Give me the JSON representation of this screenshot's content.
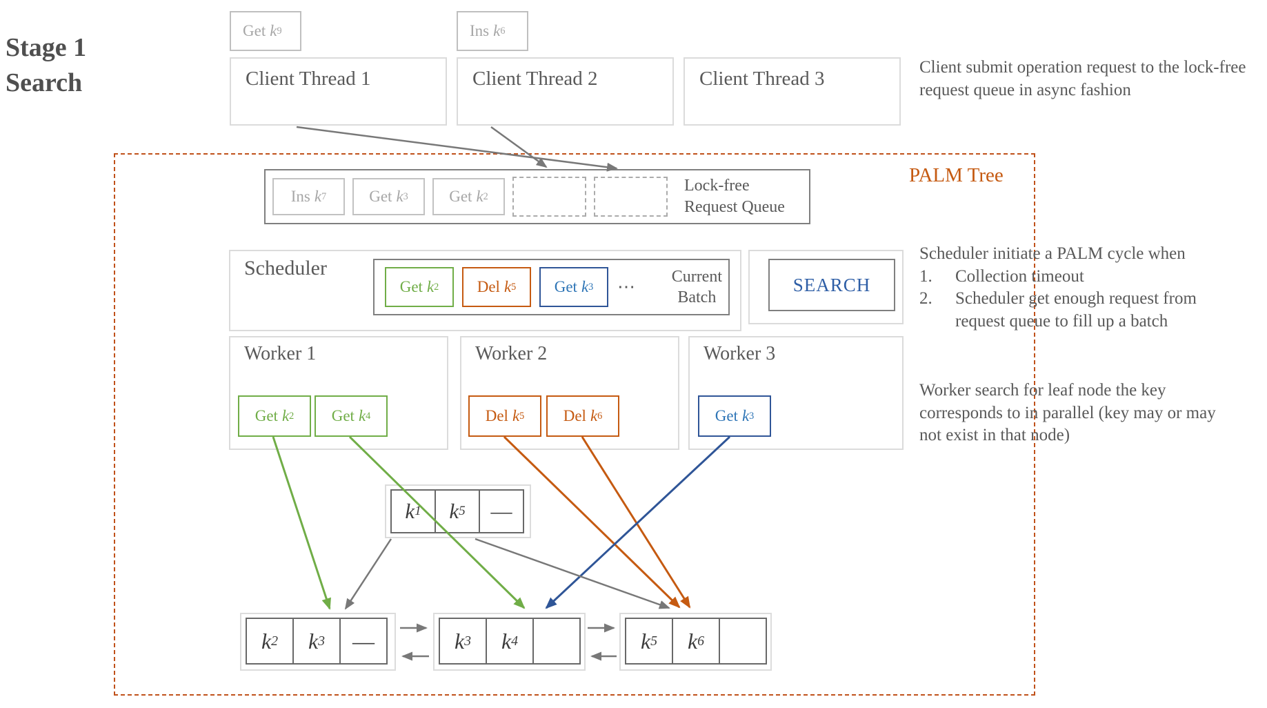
{
  "title": {
    "line1": "Stage 1",
    "line2": "Search"
  },
  "colors": {
    "green": "#70AD47",
    "orange": "#C55A11",
    "blue": "#2E75B6",
    "blue_dark": "#2F5597",
    "gray_text": "#595959",
    "palm": "#C55A11"
  },
  "client_row": {
    "pending_ops": [
      {
        "op": "Get",
        "key": "k",
        "sub": "9"
      },
      {
        "op": "Ins",
        "key": "k",
        "sub": "6"
      }
    ],
    "threads": [
      {
        "label": "Client Thread 1"
      },
      {
        "label": "Client Thread 2"
      },
      {
        "label": "Client Thread 3"
      }
    ]
  },
  "palm_tree": {
    "label": "PALM Tree"
  },
  "queue": {
    "items": [
      {
        "op": "Ins",
        "key": "k",
        "sub": "7"
      },
      {
        "op": "Get",
        "key": "k",
        "sub": "3"
      },
      {
        "op": "Get",
        "key": "k",
        "sub": "2"
      }
    ],
    "label_line1": "Lock-free",
    "label_line2": "Request Queue"
  },
  "scheduler": {
    "label": "Scheduler",
    "batch": {
      "items": [
        {
          "op": "Get",
          "key": "k",
          "sub": "2",
          "color": "green"
        },
        {
          "op": "Del",
          "key": "k",
          "sub": "5",
          "color": "orange"
        },
        {
          "op": "Get",
          "key": "k",
          "sub": "3",
          "color": "blue"
        }
      ],
      "ellipsis": "⋯",
      "label_line1": "Current",
      "label_line2": "Batch"
    },
    "search_button": "SEARCH"
  },
  "workers": [
    {
      "label": "Worker 1",
      "ops": [
        {
          "op": "Get",
          "key": "k",
          "sub": "2",
          "color": "green"
        },
        {
          "op": "Get",
          "key": "k",
          "sub": "4",
          "color": "green"
        }
      ]
    },
    {
      "label": "Worker 2",
      "ops": [
        {
          "op": "Del",
          "key": "k",
          "sub": "5",
          "color": "orange"
        },
        {
          "op": "Del",
          "key": "k",
          "sub": "6",
          "color": "orange"
        }
      ]
    },
    {
      "label": "Worker 3",
      "ops": [
        {
          "op": "Get",
          "key": "k",
          "sub": "3",
          "color": "blue"
        }
      ]
    }
  ],
  "tree": {
    "root": {
      "cells": [
        {
          "key": "k",
          "sub": "1"
        },
        {
          "key": "k",
          "sub": "5"
        },
        {
          "dash": "—"
        }
      ]
    },
    "leaves": [
      {
        "cells": [
          {
            "key": "k",
            "sub": "2"
          },
          {
            "key": "k",
            "sub": "3"
          },
          {
            "dash": "—"
          }
        ]
      },
      {
        "cells": [
          {
            "key": "k",
            "sub": "3"
          },
          {
            "key": "k",
            "sub": "4"
          },
          {}
        ]
      },
      {
        "cells": [
          {
            "key": "k",
            "sub": "5"
          },
          {
            "key": "k",
            "sub": "6"
          },
          {}
        ]
      }
    ]
  },
  "notes": {
    "client": "Client submit operation request to the lock-free request queue in async fashion",
    "scheduler_heading": "Scheduler initiate a PALM cycle when",
    "scheduler_items": [
      {
        "num": "1.",
        "text": "Collection timeout"
      },
      {
        "num": "2.",
        "text": "Scheduler get enough request from request queue to fill up a batch"
      }
    ],
    "worker": "Worker search for leaf node the key corresponds to in parallel (key may or may not exist in that node)"
  }
}
